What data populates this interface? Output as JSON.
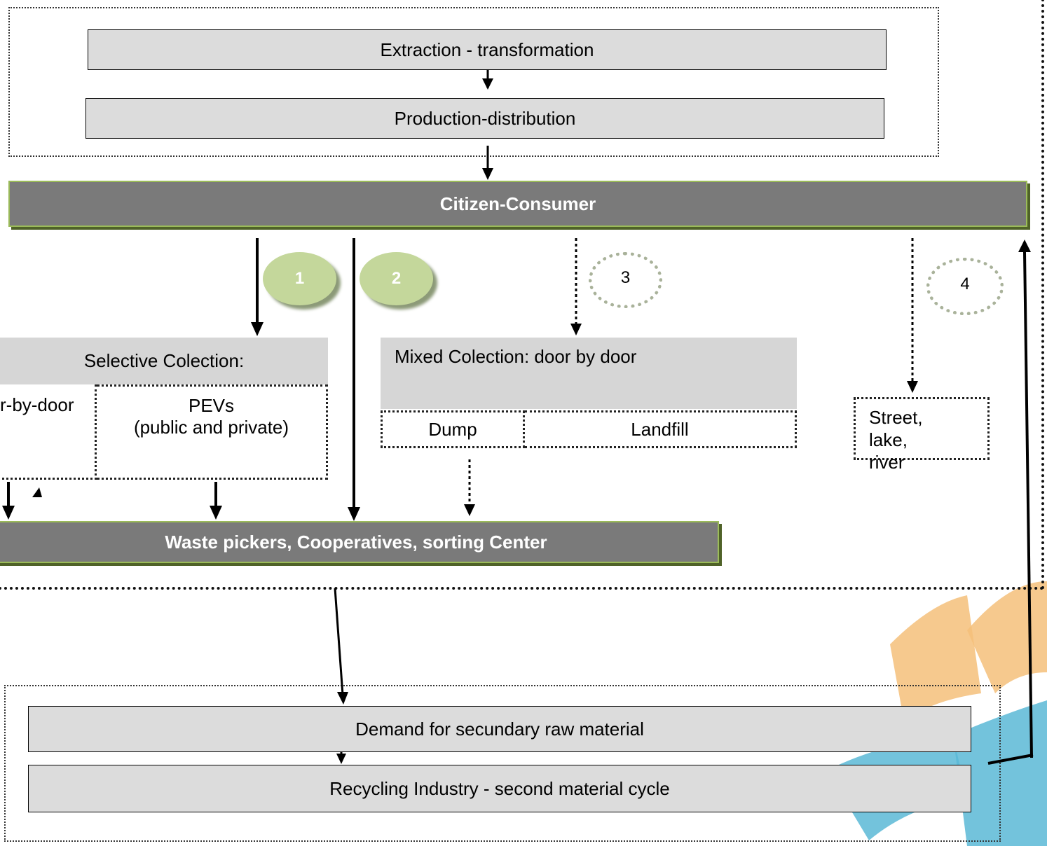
{
  "top_group": {
    "extraction": "Extraction - transformation",
    "production": "Production-distribution"
  },
  "consumer": "Citizen-Consumer",
  "markers": [
    "1",
    "2",
    "3",
    "4"
  ],
  "selective": {
    "title": "Selective Colection:",
    "door": "r-by-door",
    "pevs_line1": "PEVs",
    "pevs_line2": "(public and  private)"
  },
  "mixed": {
    "title": "Mixed Colection: door by door",
    "dump": "Dump",
    "landfill": "Landfill"
  },
  "street": {
    "line1": "Street,",
    "line2": "lake,",
    "line3": "river"
  },
  "waste_pickers": "Waste pickers, Cooperatives, sorting Center",
  "bottom_group": {
    "demand": "Demand for secundary raw material",
    "recycling": "Recycling Industry - second material cycle"
  },
  "colors": {
    "box_fill": "#dcdcdc",
    "bar_fill": "#7a7a7a",
    "bar_border": "#9bbb59",
    "marker_fill": "#c4d79b",
    "logo_orange": "#f5c07a",
    "logo_blue": "#5bb8d6"
  }
}
